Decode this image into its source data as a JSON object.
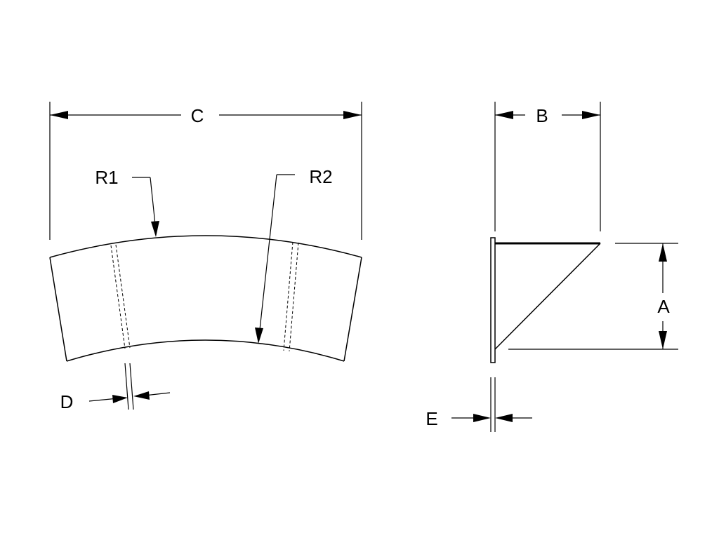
{
  "labels": {
    "c": "C",
    "b": "B",
    "r1": "R1",
    "r2": "R2",
    "a": "A",
    "d": "D",
    "e": "E"
  }
}
